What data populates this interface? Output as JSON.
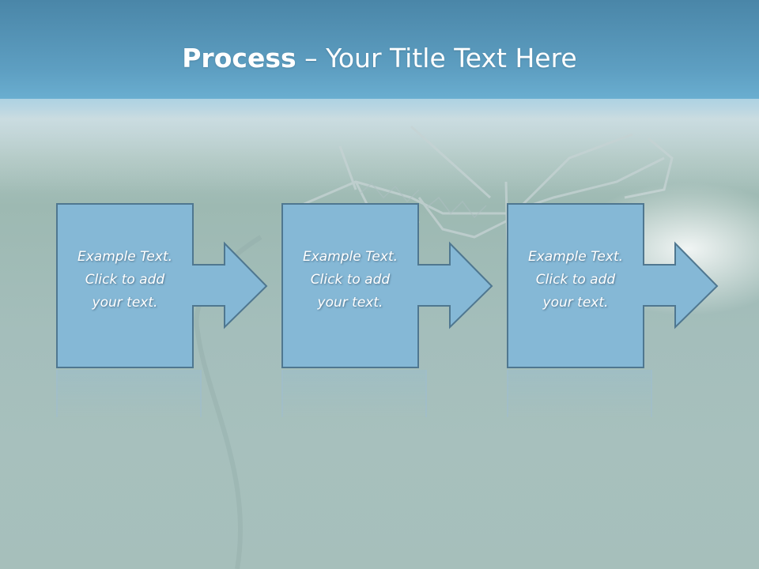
{
  "slide": {
    "title_bold": "Process",
    "title_rest": " – Your Title Text Here"
  },
  "steps": [
    {
      "text": "Example Text.\nClick  to add\nyour text."
    },
    {
      "text": "Example Text.\nClick  to add\nyour text."
    },
    {
      "text": "Example Text.\nClick  to add\nyour text."
    }
  ],
  "colors": {
    "box_fill": "#85b8d6",
    "box_stroke": "#4f7790",
    "title_text": "#ffffff"
  }
}
